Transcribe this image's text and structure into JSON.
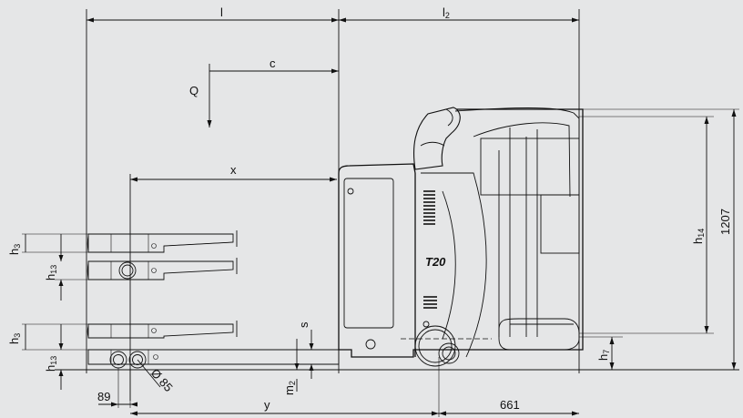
{
  "labels": {
    "l": "l",
    "l2": "l",
    "l2_sub": "2",
    "c": "c",
    "Q": "Q",
    "x": "x",
    "h3_top": "h",
    "h3_top_sub": "3",
    "h13_top": "h",
    "h13_top_sub": "13",
    "h3_bot": "h",
    "h3_bot_sub": "3",
    "h13_bot": "h",
    "h13_bot_sub": "13",
    "s": "s",
    "m2": "m",
    "m2_sub": "2",
    "h14": "h",
    "h14_sub": "14",
    "h7": "h",
    "h7_sub": "7",
    "total_height": "1207",
    "wheel_dia": "Ø 85",
    "d89": "89",
    "y": "y",
    "d661": "661",
    "model": "T20"
  }
}
